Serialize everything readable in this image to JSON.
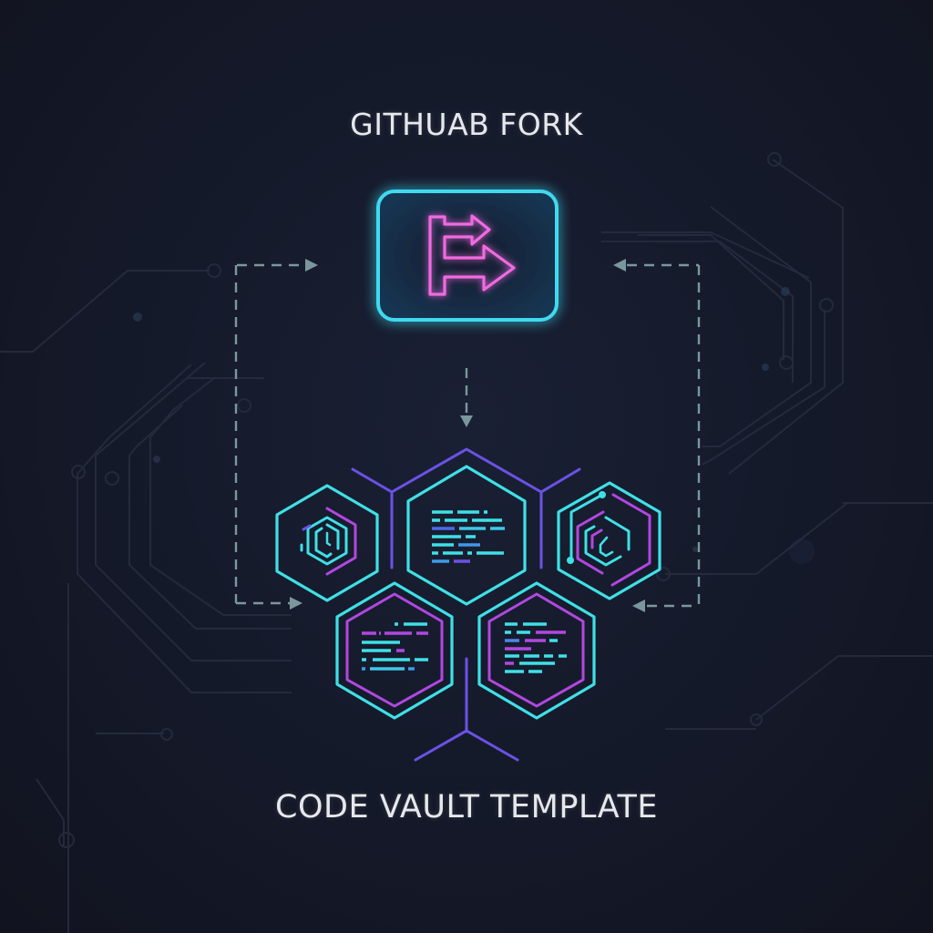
{
  "header": {
    "title": "GITHUAB FORK"
  },
  "footer": {
    "title": "CODE VAULT TEMPLATE"
  },
  "diagram": {
    "source_node": {
      "label": "fork",
      "icon": "fork-arrows-icon",
      "border_color": "#3fd9f0",
      "icon_color": "#f06ae0"
    },
    "connectors": {
      "style": "dashed",
      "color": "#7e9aa0",
      "links": [
        {
          "from": "left-hexagon",
          "to": "source_node",
          "direction": "right"
        },
        {
          "from": "source_node",
          "to": "left-hexagon",
          "direction": "right"
        },
        {
          "from": "right-hexagon",
          "to": "source_node",
          "direction": "left"
        },
        {
          "from": "source_node",
          "to": "right-hexagon",
          "direction": "left"
        },
        {
          "from": "source_node",
          "to": "center-hexagon",
          "direction": "down"
        }
      ]
    },
    "hexagons": [
      {
        "id": "left",
        "icon": "clock-icon"
      },
      {
        "id": "center",
        "icon": "code-lines-icon"
      },
      {
        "id": "right",
        "icon": "vault-dial-icon"
      },
      {
        "id": "bottom-left",
        "icon": "code-lines-icon"
      },
      {
        "id": "bottom-right",
        "icon": "code-lines-icon"
      }
    ],
    "colors": {
      "cyan": "#3fe0e6",
      "magenta": "#b048e0",
      "violet": "#6a52e6",
      "blue": "#3c86e0",
      "background": "#151a2b",
      "circuit": "#262c3e"
    }
  }
}
